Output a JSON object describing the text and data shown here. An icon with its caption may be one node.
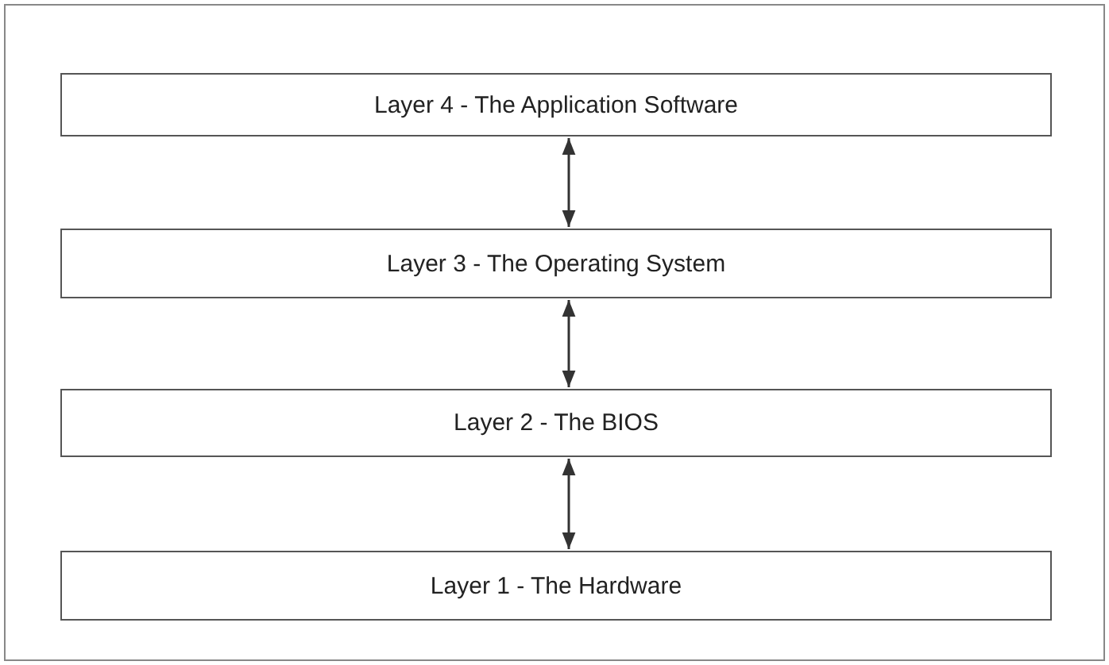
{
  "diagram": {
    "nodes": [
      {
        "text": [
          "Layer 4 - The Application Software"
        ]
      },
      {
        "text": [
          "Layer 3 - The Operating System"
        ]
      },
      {
        "text": [
          "Layer 2 - The BIOS"
        ]
      },
      {
        "text": [
          "Layer 1 - The Hardware"
        ]
      }
    ],
    "edges": [
      {
        "from": 0,
        "to": 1,
        "arrow": "both"
      },
      {
        "from": 1,
        "to": 2,
        "arrow": "both"
      },
      {
        "from": 2,
        "to": 3,
        "arrow": "both"
      }
    ]
  }
}
